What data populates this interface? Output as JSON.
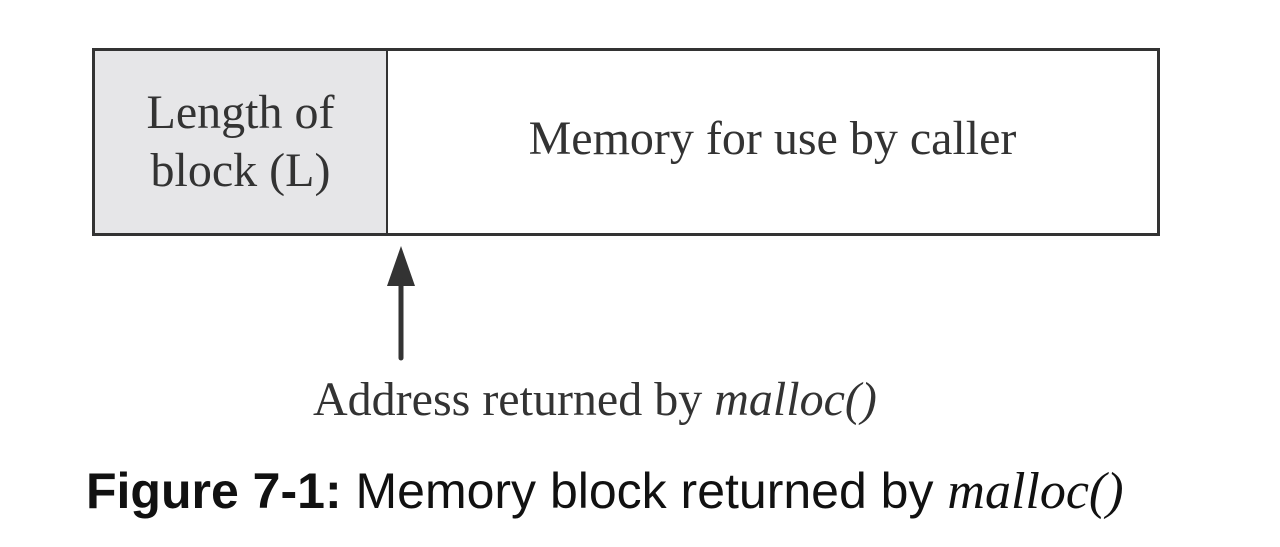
{
  "diagram": {
    "header_cell": {
      "line1": "Length of",
      "line2": "block (L)"
    },
    "user_cell": {
      "label": "Memory for use by caller"
    },
    "pointer": {
      "label_prefix": "Address returned by ",
      "label_function": "malloc()"
    }
  },
  "caption": {
    "figure_label": "Figure 7-1:",
    "text": " Memory block returned by ",
    "function": "malloc()"
  }
}
